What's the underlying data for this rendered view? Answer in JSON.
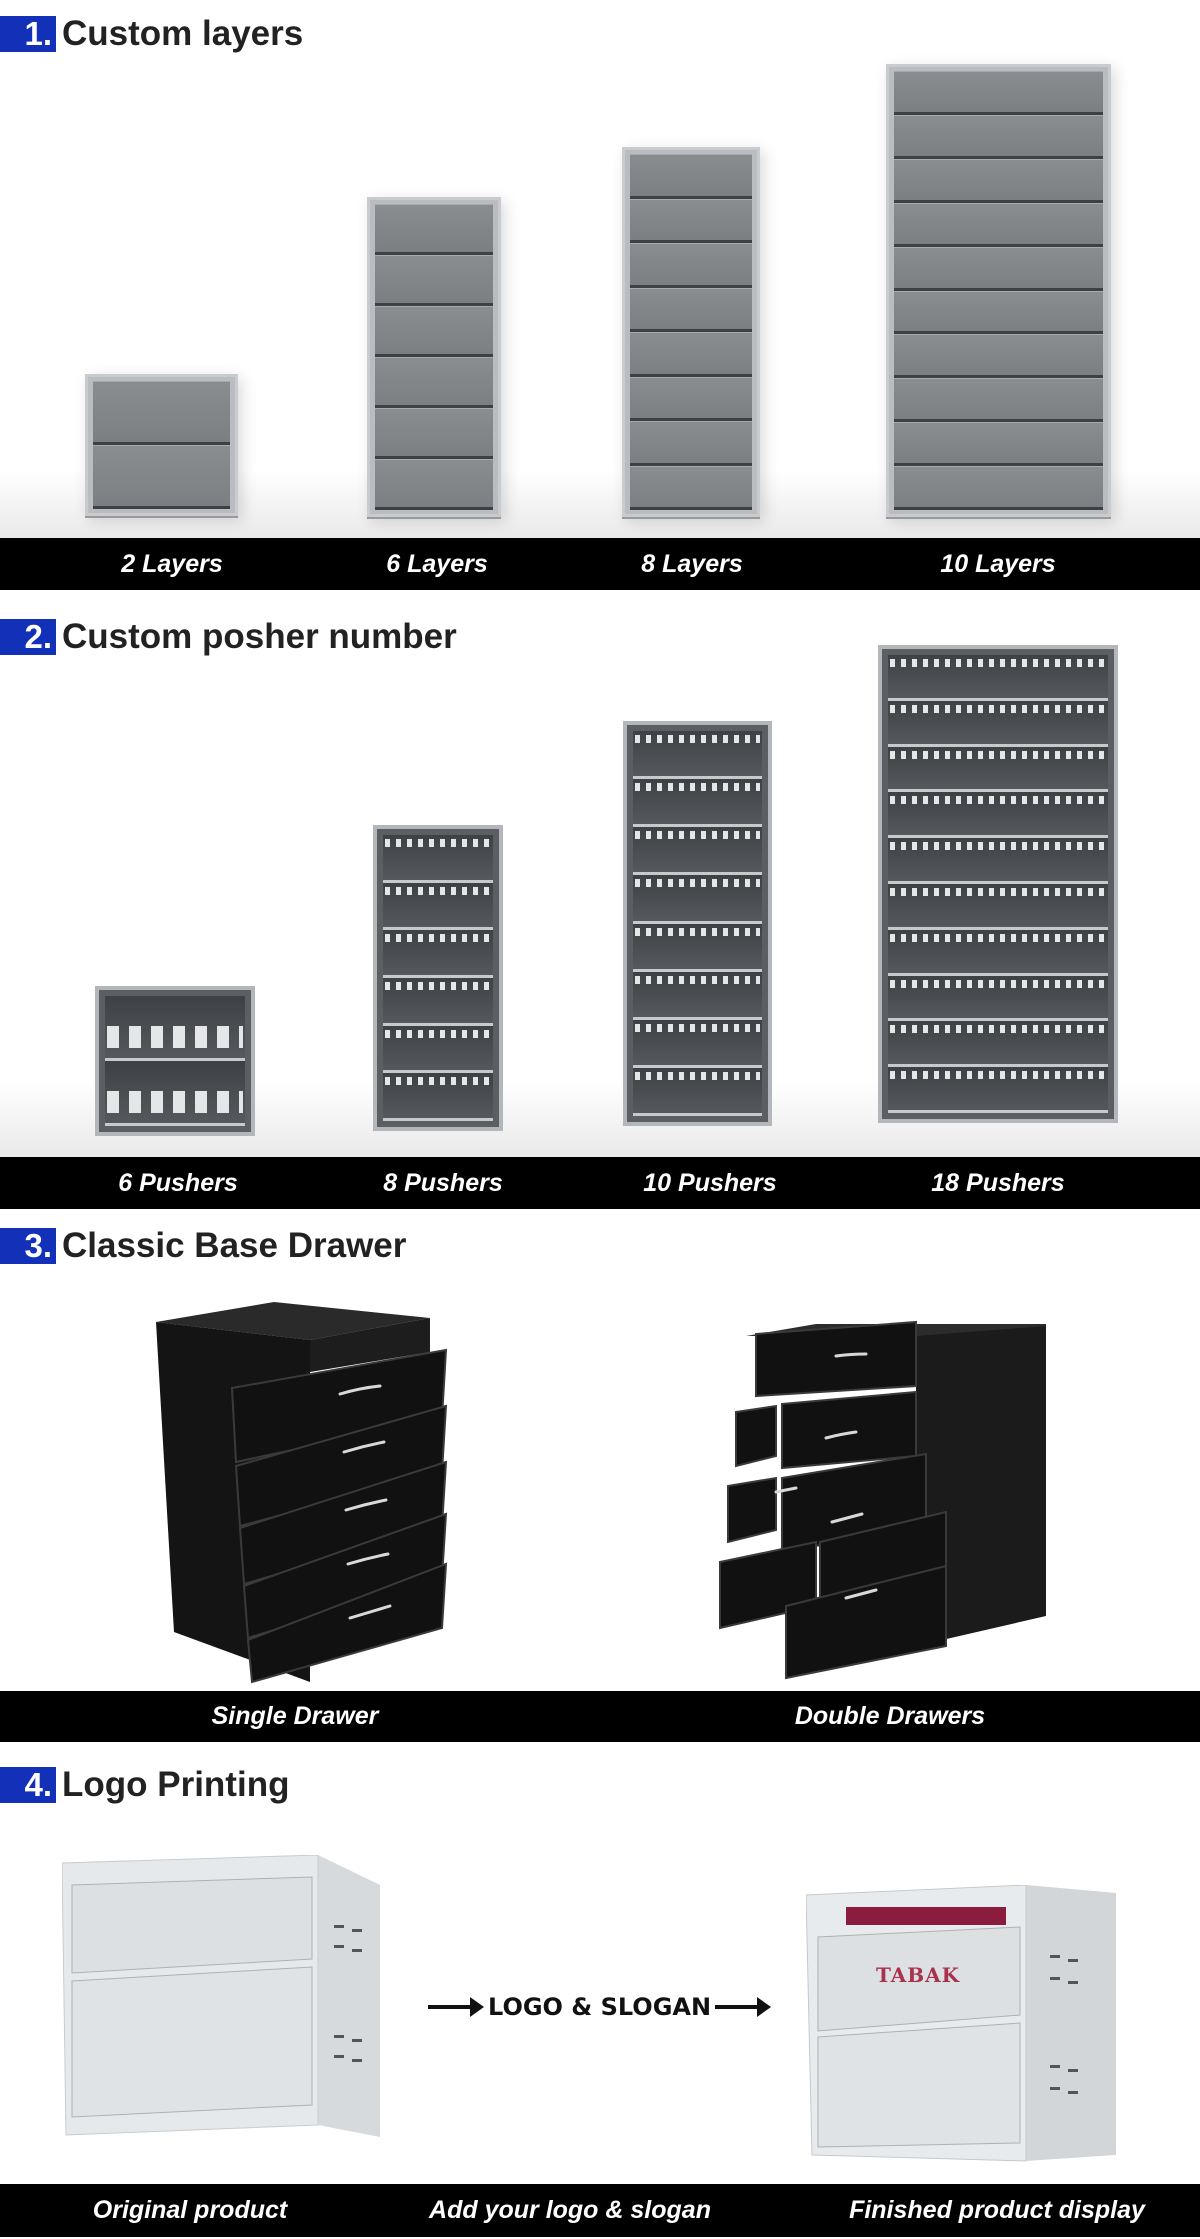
{
  "sections": [
    {
      "num": "1.",
      "title": "Custom layers",
      "captions": [
        "2 Layers",
        "6 Layers",
        "8 Layers",
        "10 Layers"
      ],
      "layer_counts": [
        2,
        6,
        8,
        10
      ]
    },
    {
      "num": "2.",
      "title": "Custom posher number",
      "captions": [
        "6 Pushers",
        "8 Pushers",
        "10 Pushers",
        "18 Pushers"
      ],
      "shelf_counts": [
        2,
        6,
        8,
        10
      ]
    },
    {
      "num": "3.",
      "title": "Classic Base Drawer",
      "captions": [
        "Single Drawer",
        "Double Drawers"
      ]
    },
    {
      "num": "4.",
      "title": "Logo Printing",
      "captions": [
        "Original product",
        "Add your logo & slogan",
        "Finished product display"
      ],
      "arrow_text": "LOGO & SLOGAN",
      "panel_text": "TABAK"
    }
  ],
  "colors": {
    "accent": "#1330b8",
    "bar": "#000000"
  }
}
